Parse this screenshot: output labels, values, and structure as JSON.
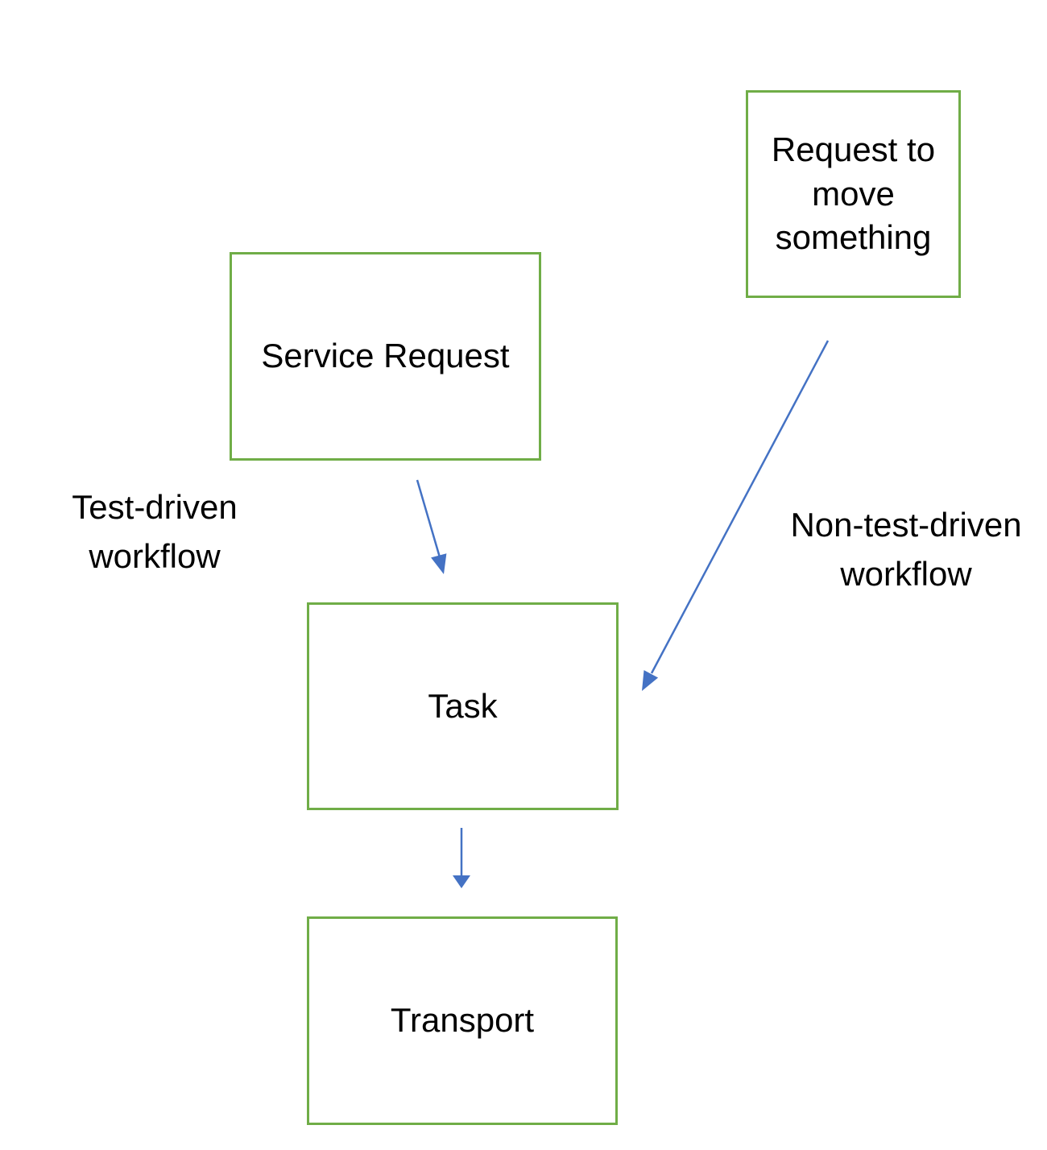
{
  "colors": {
    "background": "#FFFFFF",
    "box_border": "#70AD47",
    "arrow": "#4472C4",
    "text": "#000000"
  },
  "diagram": {
    "nodes": {
      "request_to_move": {
        "label": "Request to move something"
      },
      "service_request": {
        "label": "Service Request"
      },
      "task": {
        "label": "Task"
      },
      "transport": {
        "label": "Transport"
      }
    },
    "edge_labels": {
      "test_driven": {
        "text": "Test-driven workflow"
      },
      "non_test_driven": {
        "text": "Non-test-driven workflow"
      }
    },
    "edges": [
      {
        "from": "Service Request",
        "to": "Task",
        "label": "Test-driven workflow"
      },
      {
        "from": "Request to move something",
        "to": "Task",
        "label": "Non-test-driven workflow"
      },
      {
        "from": "Task",
        "to": "Transport",
        "label": ""
      }
    ]
  }
}
